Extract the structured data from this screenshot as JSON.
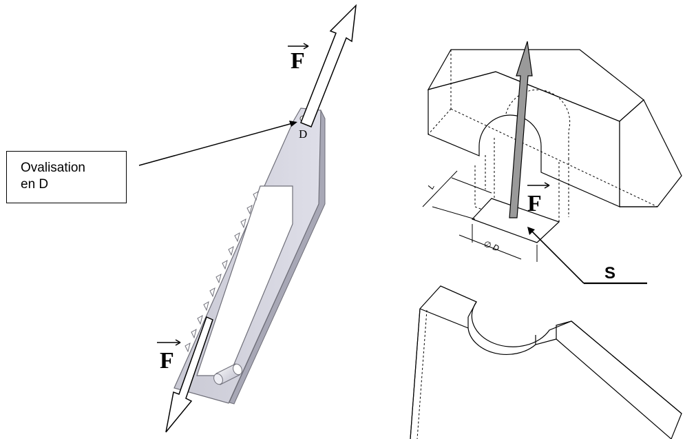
{
  "left_figure": {
    "force_label": "F",
    "point_label": "D",
    "callout": {
      "line1": "Ovalisation",
      "line2": "en D"
    }
  },
  "right_figure": {
    "force_label": "F",
    "dimension_length_label": "L",
    "dimension_diameter_label": "∅ D",
    "section_label": "S"
  },
  "colors": {
    "part_fill": "#d9d9e3",
    "part_edge": "#6e6e78",
    "arrow_fill": "#ffffff",
    "right_arrow_fill": "#9a9a9a",
    "line": "#000000"
  }
}
